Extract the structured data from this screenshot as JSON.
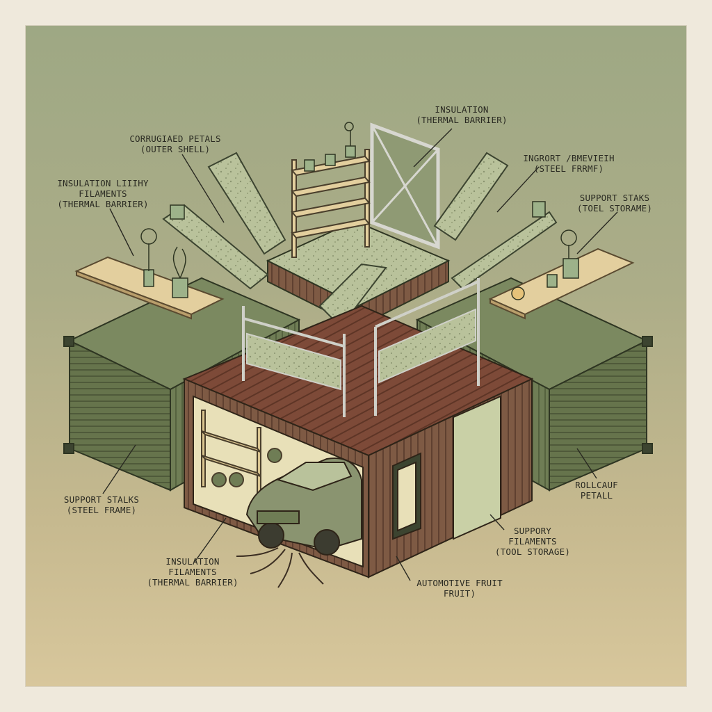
{
  "labels": [
    {
      "id": "insulation-top",
      "lines": [
        "INSULATION",
        "(THERMAL BARRIER)"
      ]
    },
    {
      "id": "corrugated-petals",
      "lines": [
        "CORRUGIAED PETALS",
        "(OUTER SHELL)"
      ]
    },
    {
      "id": "ingrort-frame",
      "lines": [
        "INGRORT /BMEVIEIH",
        "(STEEL FRRMF)"
      ]
    },
    {
      "id": "insulation-filaments-left",
      "lines": [
        "INSULATION LIIIHY",
        "FILAMENTS",
        "(THERMAL BARRIER)"
      ]
    },
    {
      "id": "support-staks",
      "lines": [
        "SUPPORT STAKS",
        "(TOEL STORAME)"
      ]
    },
    {
      "id": "support-stalks",
      "lines": [
        "SUPPORT STALKS",
        "(STEEL FRAME)"
      ]
    },
    {
      "id": "rollcauf-petall",
      "lines": [
        "ROLLCAUF",
        "PETALL"
      ]
    },
    {
      "id": "suppory-filaments",
      "lines": [
        "SUPPORY",
        "FILAMENTS",
        "(TOOL STORAGE)"
      ]
    },
    {
      "id": "insulation-filaments-bottom",
      "lines": [
        "INSULATION",
        "FILAMENTS",
        "(THERMAL BARRIER)"
      ]
    },
    {
      "id": "automotive-fruit",
      "lines": [
        "AUTOMOTIVE FRUIT",
        "FRUIT)"
      ]
    }
  ],
  "colors": {
    "container_green": "#6f7d55",
    "container_green_dark": "#4f5a3a",
    "container_rust": "#8a5440",
    "deck_brown": "#7d4a38",
    "wood": "#e3cf9e",
    "panel_fill": "#b9c29b",
    "ink": "#2a2a22"
  }
}
